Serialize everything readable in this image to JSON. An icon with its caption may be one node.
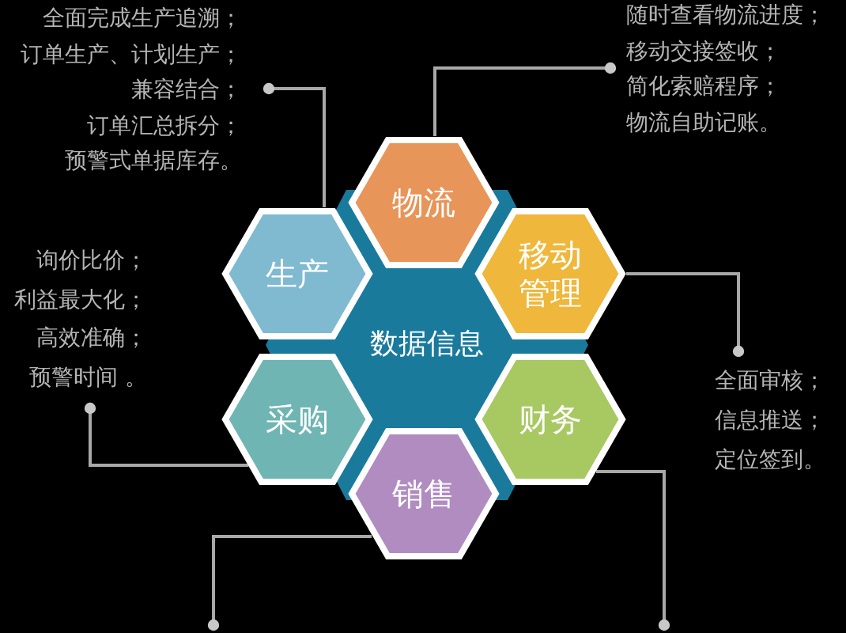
{
  "diagram": {
    "nodes": [
      {
        "text": [
          "全面完成生产追溯；",
          "订单生产、计划生产；",
          "兼容结合；",
          "订单汇总拆分；",
          "预警式单据库存。"
        ]
      },
      {
        "text": [
          "随时查看物流进度；",
          "移动交接签收；",
          "简化索赔程序；",
          "物流自助记账。"
        ]
      },
      {
        "text": [
          "物流"
        ]
      },
      {
        "text": [
          "生产"
        ]
      },
      {
        "text": [
          "移动管理"
        ]
      },
      {
        "text": [
          "询价比价；",
          "利益最大化；",
          "高效准确；",
          "预警时间 。"
        ]
      },
      {
        "text": [
          "数据信息"
        ]
      },
      {
        "text": [
          "全面审核；",
          "信息推送；",
          "定位签到。"
        ]
      },
      {
        "text": [
          "采购"
        ]
      },
      {
        "text": [
          "财务"
        ]
      },
      {
        "text": [
          "销售"
        ]
      }
    ],
    "edges": [
      {
        "from": 0,
        "to": 3,
        "arrow": "other"
      },
      {
        "from": 1,
        "to": 2,
        "arrow": "other"
      },
      {
        "from": 5,
        "to": 8,
        "arrow": "other"
      },
      {
        "from": 7,
        "to": 4,
        "arrow": "other"
      },
      {
        "from": null,
        "to": 10,
        "arrow": "other"
      },
      {
        "from": null,
        "to": 9,
        "arrow": "other"
      }
    ]
  }
}
